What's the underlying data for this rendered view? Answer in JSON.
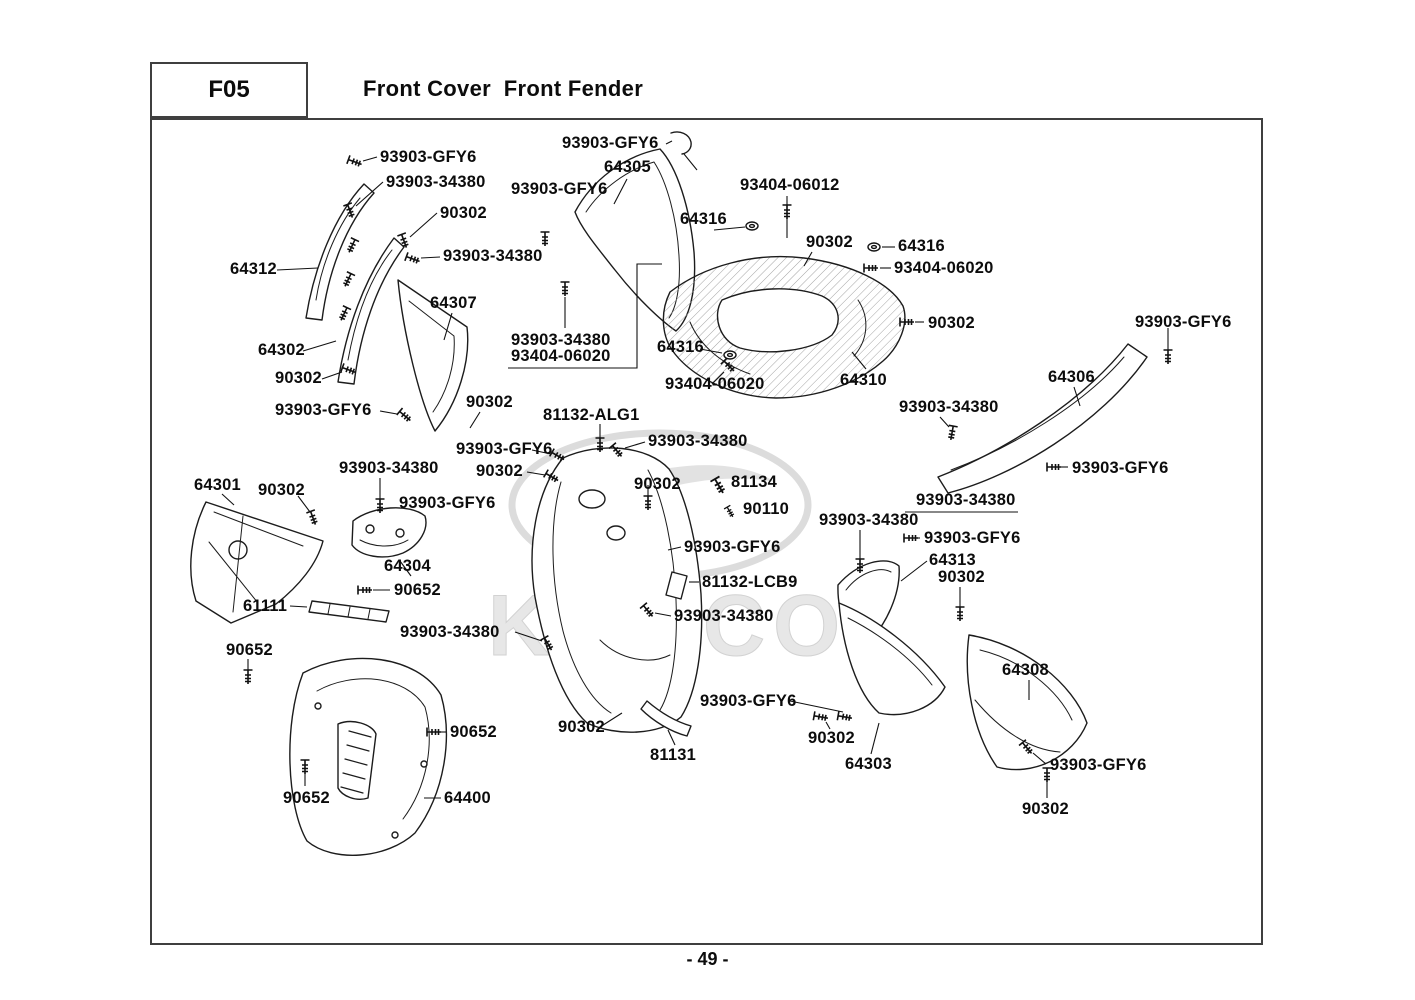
{
  "header": {
    "code": "F05",
    "title": "Front Cover  Front Fender"
  },
  "footer": {
    "page": "- 49 -"
  },
  "watermark": {
    "brand": "KYMCO"
  },
  "icons": {
    "screw": "screw-side-view",
    "grommet": "oval-grommet",
    "hook": "retainer-hook"
  },
  "labels": [
    "93903-GFY6",
    "93903-34380",
    "90302",
    "93903-GFY6",
    "64305",
    "93404-06012",
    "93903-GFY6",
    "64316",
    "90302",
    "64316",
    "93404-06020",
    "93903-34380",
    "64312",
    "64307",
    "64302",
    "93903-34380",
    "93404-06020",
    "64316",
    "90302",
    "93903-GFY6",
    "90302",
    "93404-06020",
    "64310",
    "64306",
    "93903-GFY6",
    "90302",
    "81132-ALG1",
    "93903-34380",
    "93903-34380",
    "93903-GFY6",
    "90302",
    "93903-34380",
    "90302",
    "81134",
    "64301",
    "90302",
    "90110",
    "93903-34380",
    "93903-GFY6",
    "93903-34380",
    "93903-GFY6",
    "64313",
    "90302",
    "64304",
    "93903-GFY6",
    "81132-LCB9",
    "90652",
    "61111",
    "93903-34380",
    "93903-34380",
    "90652",
    "64308",
    "93903-GFY6",
    "90302",
    "90652",
    "81131",
    "90302",
    "64303",
    "93903-GFY6",
    "90652",
    "64400",
    "90302",
    "93903-GFY6"
  ]
}
